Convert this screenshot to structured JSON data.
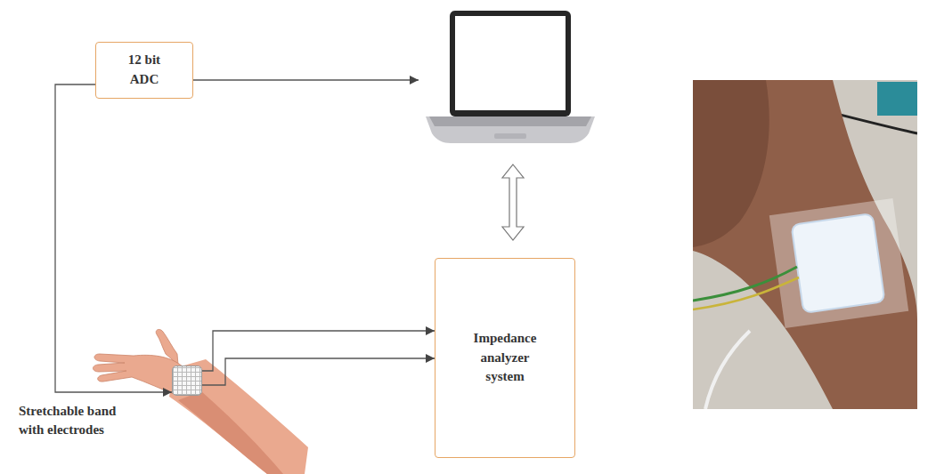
{
  "diagram": {
    "nodes": [
      {
        "text": [
          "12 bit ADC"
        ]
      },
      {
        "text": [
          "Impedance analyzer system"
        ]
      },
      {
        "text": [
          "Stretchable band with electrodes"
        ]
      }
    ],
    "edges": [
      {
        "from": 0,
        "to": 2,
        "arrow": "to"
      },
      {
        "from": 2,
        "to": 1,
        "arrow": "to"
      },
      {
        "from": 2,
        "to": 1,
        "arrow": "to"
      }
    ]
  }
}
